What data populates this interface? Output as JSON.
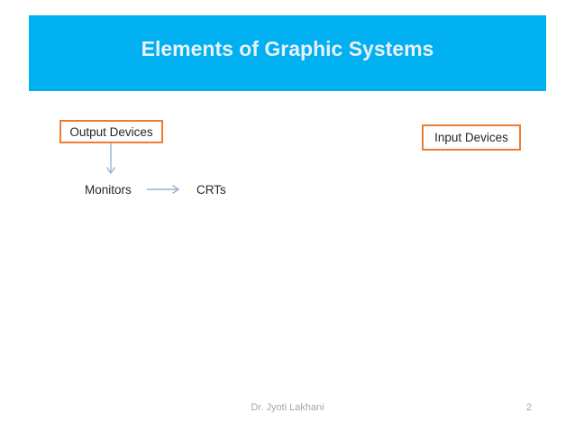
{
  "slide": {
    "title": "Elements of Graphic Systems",
    "footer": {
      "author": "Dr. Jyoti Lakhani",
      "page_number": "2"
    }
  },
  "diagram": {
    "output_devices_label": "Output Devices",
    "input_devices_label": "Input Devices",
    "monitors_label": "Monitors",
    "crts_label": "CRTs"
  },
  "colors": {
    "banner_blue": "#00B0F0",
    "title_text": "#EAF1F8",
    "box_border_orange": "#ED7D31",
    "arrow_blue": "#95B3D7",
    "body_text": "#262626",
    "footer_gray": "#A6A6A6"
  }
}
